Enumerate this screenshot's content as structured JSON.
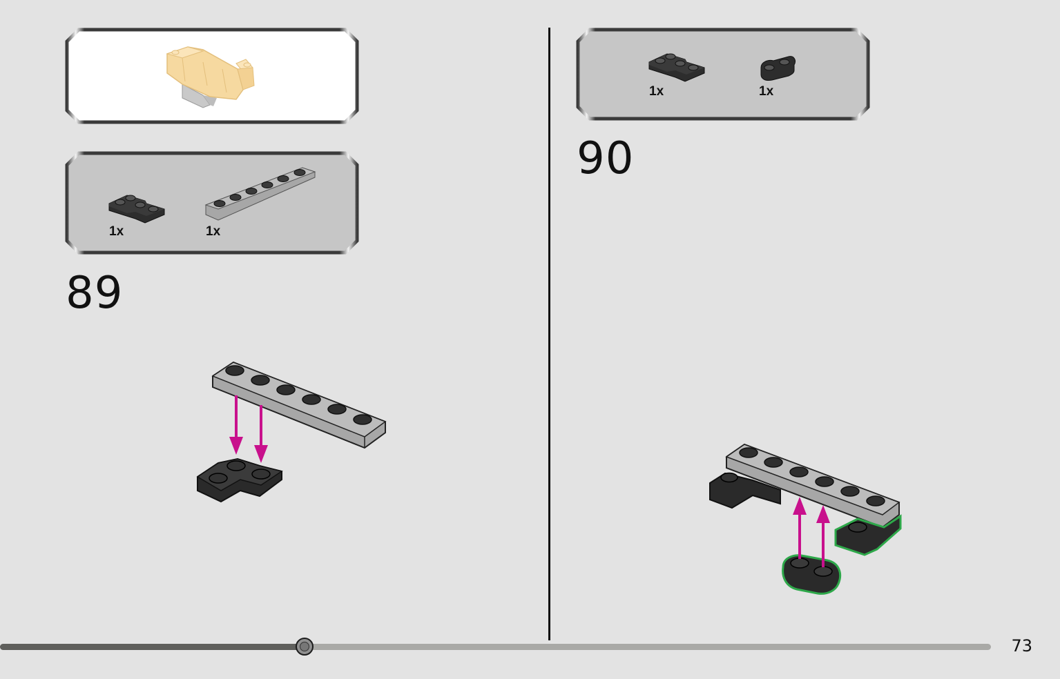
{
  "page": {
    "number": "73",
    "progress_fraction": 0.307
  },
  "steps": [
    {
      "id": "step-89",
      "number": "89",
      "parts": [
        {
          "name": "black-corner-plate-2x2",
          "qty": "1x",
          "color": "#2a2a2a"
        },
        {
          "name": "light-gray-plate-1x6",
          "qty": "1x",
          "color": "#a7a7a7"
        }
      ]
    },
    {
      "id": "step-90",
      "number": "90",
      "parts": [
        {
          "name": "black-corner-plate-2x2",
          "qty": "1x",
          "color": "#2a2a2a"
        },
        {
          "name": "black-plate-1x2-rounded",
          "qty": "1x",
          "color": "#2a2a2a"
        }
      ]
    }
  ],
  "colors": {
    "arrow": "#c8108c",
    "highlight": "#2ea84a",
    "background": "#e3e3e3",
    "callout": "#c6c6c6",
    "tan_model": "#f6d9a0"
  }
}
